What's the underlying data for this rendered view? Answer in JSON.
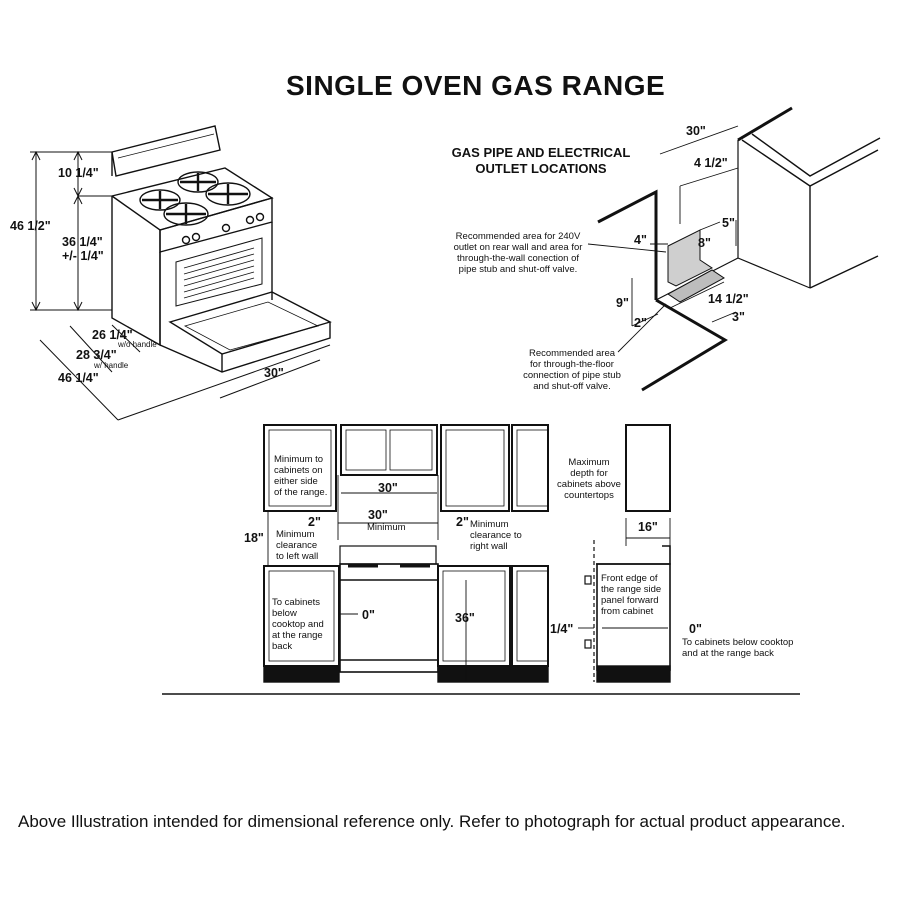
{
  "title": "SINGLE OVEN GAS RANGE",
  "outlet_section": {
    "heading_line1": "GAS PIPE AND ELECTRICAL",
    "heading_line2": "OUTLET LOCATIONS",
    "note_wall": [
      "Recommended area for 240V",
      "outlet on rear wall and area for",
      "through-the-wall conection of",
      "pipe stub and shut-off valve."
    ],
    "note_floor": [
      "Recommended area",
      "for through-the-floor",
      "connection of pipe stub",
      "and shut-off valve."
    ],
    "dims": {
      "width": "30\"",
      "offset_side": "4 1/2\"",
      "from_side": "4\"",
      "box_height": "8\"",
      "above": "5\"",
      "floor_height": "9\"",
      "floor_from_wall": "2\"",
      "floor_width": "14 1/2\"",
      "floor_depth": "3\""
    }
  },
  "range_view": {
    "dims": {
      "top_height": "10 1/4\"",
      "total_height": "46 1/2\"",
      "cooktop_height": "36 1/4\"",
      "tolerance": "+/- 1/4\"",
      "depth_no_handle": "26 1/4\"",
      "no_handle_label": "w/o handle",
      "depth_handle": "28 3/4\"",
      "handle_label": "w/ handle",
      "depth_door_open": "46 1/4\"",
      "width": "30\""
    }
  },
  "front_view": {
    "note_min_cabinets": [
      "Minimum to",
      "cabinets on",
      "either side",
      "of the range."
    ],
    "width_between_cabinets": "30\"",
    "min_width": "30\"",
    "min_label": "Minimum",
    "left_clearance": "2\"",
    "left_clearance_note": [
      "Minimum",
      "clearance",
      "to left wall"
    ],
    "right_clearance": "2\"",
    "right_clearance_note": [
      "Minimum",
      "clearance to",
      "right wall"
    ],
    "height_above": "18\"",
    "note_below": [
      "To cabinets",
      "below",
      "cooktop and",
      "at the range",
      "back"
    ],
    "zero": "0\"",
    "counter_height": "36\""
  },
  "side_view": {
    "note_max_depth": [
      "Maximum",
      "depth for",
      "cabinets above",
      "countertops"
    ],
    "max_depth": "16\"",
    "note_front_edge": [
      "Front edge of",
      "the range side",
      "panel forward",
      "from cabinet"
    ],
    "offset": "1/4\"",
    "zero": "0\"",
    "note_below": [
      "To cabinets below cooktop",
      "and at the range back"
    ]
  },
  "footer": "Above Illustration intended for dimensional reference only. Refer to photograph for actual product appearance."
}
